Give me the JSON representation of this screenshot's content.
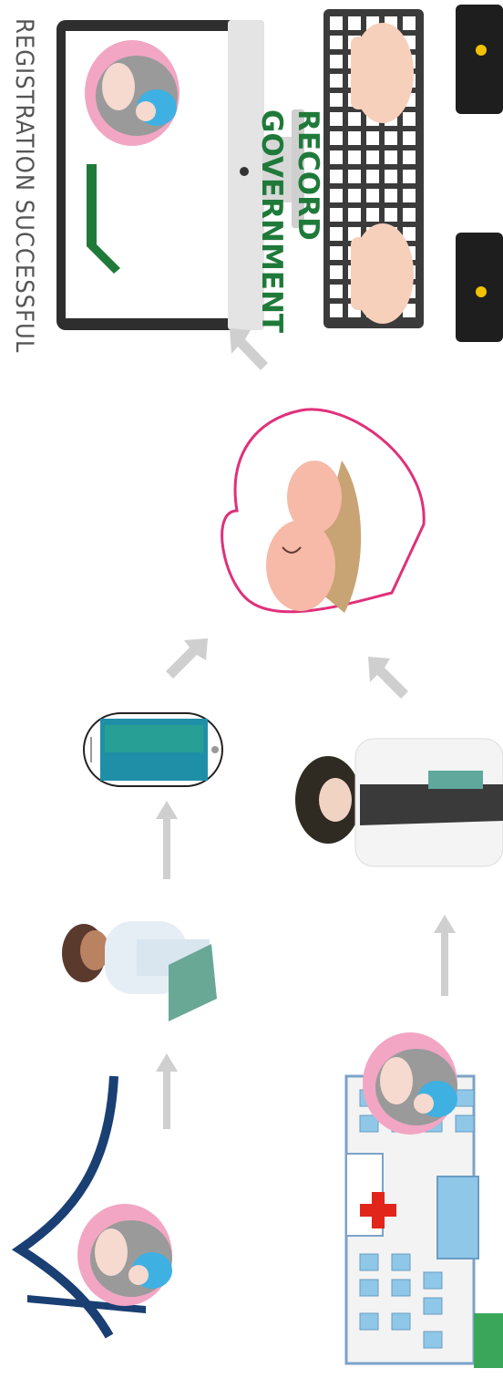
{
  "title": "REGISTRATION SUCCESSFUL",
  "screen": {
    "line1": "GOVERNMENT",
    "line2": "RECORD"
  },
  "icons": [
    "computer-monitor-icon",
    "keyboard-typing-hands-icon",
    "fetus-heart-icon",
    "mobile-phone-icon",
    "doctor-icon",
    "health-worker-icon",
    "hospital-icon",
    "mother-baby-home-icon",
    "arrow-icon"
  ],
  "colors": {
    "checkmark": "#1f7a3a",
    "heart": "#e0307a",
    "roof": "#1a3f73",
    "arrow": "#cfcfcf"
  }
}
